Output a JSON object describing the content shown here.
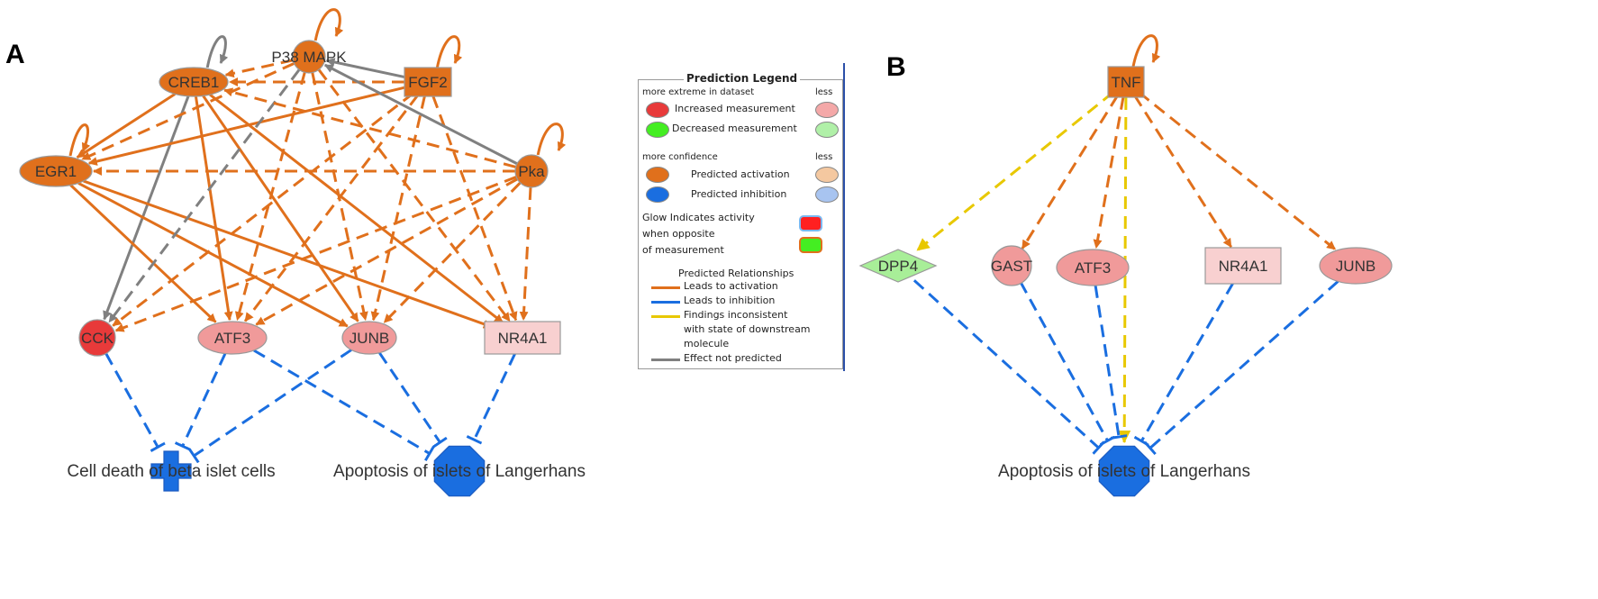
{
  "panels": {
    "a_label": "A",
    "b_label": "B"
  },
  "colors": {
    "activation": "#e0701c",
    "inhibition": "#1a6ee0",
    "inconsistent": "#e8c800",
    "not_predicted": "#808080",
    "increased": "#e83a3a",
    "increased_light": "#f4a8a8",
    "decreased": "#44ee22",
    "decreased_light": "#b0f0a8",
    "activation_light": "#f4c8a0",
    "inhibition_light": "#a8c4f0"
  },
  "legend": {
    "title": "Prediction Legend",
    "extreme": "more extreme in dataset",
    "less1": "less",
    "increased": "Increased measurement",
    "decreased": "Decreased measurement",
    "confidence": "more confidence",
    "less2": "less",
    "activation": "Predicted activation",
    "inhibition": "Predicted inhibition",
    "glow": [
      "Glow Indicates activity",
      "when opposite",
      "of measurement"
    ],
    "relationships_title": "Predicted Relationships",
    "rel_activation": "Leads to activation",
    "rel_inhibition": "Leads to inhibition",
    "rel_inconsistent": [
      "Findings inconsistent",
      "with state of downstream",
      "molecule"
    ],
    "rel_not_predicted": "Effect not predicted"
  },
  "network_a": {
    "nodes": [
      {
        "id": "CREB1",
        "label": "CREB1",
        "shape": "ellipse",
        "state": "activation"
      },
      {
        "id": "P38",
        "label": "P38 MAPK",
        "shape": "circle",
        "state": "activation"
      },
      {
        "id": "FGF2",
        "label": "FGF2",
        "shape": "rect",
        "state": "activation"
      },
      {
        "id": "EGR1",
        "label": "EGR1",
        "shape": "ellipse",
        "state": "activation"
      },
      {
        "id": "Pka",
        "label": "Pka",
        "shape": "circle",
        "state": "activation"
      },
      {
        "id": "CCK",
        "label": "CCK",
        "shape": "circle",
        "state": "increased"
      },
      {
        "id": "ATF3",
        "label": "ATF3",
        "shape": "ellipse",
        "state": "increased_light"
      },
      {
        "id": "JUNB",
        "label": "JUNB",
        "shape": "ellipse",
        "state": "increased_light"
      },
      {
        "id": "NR4A1",
        "label": "NR4A1",
        "shape": "rect",
        "state": "increased_lighter"
      },
      {
        "id": "CD",
        "label": "Cell death of beta islet cells",
        "shape": "cross",
        "state": "inhibition"
      },
      {
        "id": "AP",
        "label": "Apoptosis of islets of Langerhans",
        "shape": "octagon",
        "state": "inhibition"
      }
    ],
    "edges": [
      {
        "from": "CREB1",
        "to": "CREB1",
        "type": "not_predicted",
        "dash": false
      },
      {
        "from": "P38",
        "to": "P38",
        "type": "activation",
        "dash": false
      },
      {
        "from": "FGF2",
        "to": "FGF2",
        "type": "activation",
        "dash": false
      },
      {
        "from": "EGR1",
        "to": "EGR1",
        "type": "activation",
        "dash": false
      },
      {
        "from": "Pka",
        "to": "Pka",
        "type": "activation",
        "dash": false
      },
      {
        "from": "CREB1",
        "to": "EGR1",
        "type": "activation",
        "dash": false
      },
      {
        "from": "CREB1",
        "to": "ATF3",
        "type": "activation",
        "dash": false
      },
      {
        "from": "CREB1",
        "to": "JUNB",
        "type": "activation",
        "dash": false
      },
      {
        "from": "CREB1",
        "to": "NR4A1",
        "type": "activation",
        "dash": false
      },
      {
        "from": "CREB1",
        "to": "CCK",
        "type": "not_predicted",
        "dash": false
      },
      {
        "from": "EGR1",
        "to": "ATF3",
        "type": "activation",
        "dash": false
      },
      {
        "from": "EGR1",
        "to": "JUNB",
        "type": "activation",
        "dash": false
      },
      {
        "from": "EGR1",
        "to": "NR4A1",
        "type": "activation",
        "dash": false
      },
      {
        "from": "FGF2",
        "to": "EGR1",
        "type": "activation",
        "dash": false
      },
      {
        "from": "FGF2",
        "to": "CREB1",
        "type": "activation",
        "dash": true
      },
      {
        "from": "FGF2",
        "to": "P38",
        "type": "not_predicted",
        "dash": false
      },
      {
        "from": "FGF2",
        "to": "CCK",
        "type": "activation",
        "dash": true
      },
      {
        "from": "FGF2",
        "to": "ATF3",
        "type": "activation",
        "dash": true
      },
      {
        "from": "FGF2",
        "to": "JUNB",
        "type": "activation",
        "dash": true
      },
      {
        "from": "FGF2",
        "to": "NR4A1",
        "type": "activation",
        "dash": true
      },
      {
        "from": "P38",
        "to": "CREB1",
        "type": "activation",
        "dash": true
      },
      {
        "from": "P38",
        "to": "EGR1",
        "type": "activation",
        "dash": true
      },
      {
        "from": "P38",
        "to": "CCK",
        "type": "not_predicted",
        "dash": true
      },
      {
        "from": "P38",
        "to": "ATF3",
        "type": "activation",
        "dash": true
      },
      {
        "from": "P38",
        "to": "JUNB",
        "type": "activation",
        "dash": true
      },
      {
        "from": "P38",
        "to": "NR4A1",
        "type": "activation",
        "dash": true
      },
      {
        "from": "Pka",
        "to": "P38",
        "type": "not_predicted",
        "dash": false
      },
      {
        "from": "Pka",
        "to": "CREB1",
        "type": "activation",
        "dash": true
      },
      {
        "from": "Pka",
        "to": "EGR1",
        "type": "activation",
        "dash": true
      },
      {
        "from": "Pka",
        "to": "CCK",
        "type": "activation",
        "dash": true
      },
      {
        "from": "Pka",
        "to": "ATF3",
        "type": "activation",
        "dash": true
      },
      {
        "from": "Pka",
        "to": "JUNB",
        "type": "activation",
        "dash": true
      },
      {
        "from": "Pka",
        "to": "NR4A1",
        "type": "activation",
        "dash": true
      },
      {
        "from": "CCK",
        "to": "CD",
        "type": "inhibition",
        "dash": true
      },
      {
        "from": "ATF3",
        "to": "CD",
        "type": "inhibition",
        "dash": true
      },
      {
        "from": "JUNB",
        "to": "CD",
        "type": "inhibition",
        "dash": true
      },
      {
        "from": "ATF3",
        "to": "AP",
        "type": "inhibition",
        "dash": true
      },
      {
        "from": "JUNB",
        "to": "AP",
        "type": "inhibition",
        "dash": true
      },
      {
        "from": "NR4A1",
        "to": "AP",
        "type": "inhibition",
        "dash": true
      }
    ]
  },
  "network_b": {
    "nodes": [
      {
        "id": "TNF",
        "label": "TNF",
        "shape": "rect",
        "state": "activation"
      },
      {
        "id": "DPP4",
        "label": "DPP4",
        "shape": "diamond",
        "state": "decreased_light"
      },
      {
        "id": "GAST",
        "label": "GAST",
        "shape": "circle",
        "state": "increased_light"
      },
      {
        "id": "ATF3",
        "label": "ATF3",
        "shape": "ellipse",
        "state": "increased_light"
      },
      {
        "id": "NR4A1",
        "label": "NR4A1",
        "shape": "rect",
        "state": "increased_lighter"
      },
      {
        "id": "JUNB",
        "label": "JUNB",
        "shape": "ellipse",
        "state": "increased_light"
      },
      {
        "id": "AP",
        "label": "Apoptosis of islets of Langerhans",
        "shape": "octagon",
        "state": "inhibition"
      }
    ],
    "edges": [
      {
        "from": "TNF",
        "to": "TNF",
        "type": "activation",
        "dash": false
      },
      {
        "from": "TNF",
        "to": "DPP4",
        "type": "inconsistent",
        "dash": true
      },
      {
        "from": "TNF",
        "to": "GAST",
        "type": "activation",
        "dash": true
      },
      {
        "from": "TNF",
        "to": "ATF3",
        "type": "activation",
        "dash": true
      },
      {
        "from": "TNF",
        "to": "NR4A1",
        "type": "activation",
        "dash": true
      },
      {
        "from": "TNF",
        "to": "JUNB",
        "type": "activation",
        "dash": true
      },
      {
        "from": "TNF",
        "to": "AP",
        "type": "inconsistent",
        "dash": true
      },
      {
        "from": "DPP4",
        "to": "AP",
        "type": "inhibition",
        "dash": true
      },
      {
        "from": "GAST",
        "to": "AP",
        "type": "inhibition",
        "dash": true
      },
      {
        "from": "ATF3",
        "to": "AP",
        "type": "inhibition",
        "dash": true
      },
      {
        "from": "NR4A1",
        "to": "AP",
        "type": "inhibition",
        "dash": true
      },
      {
        "from": "JUNB",
        "to": "AP",
        "type": "inhibition",
        "dash": true
      }
    ]
  }
}
